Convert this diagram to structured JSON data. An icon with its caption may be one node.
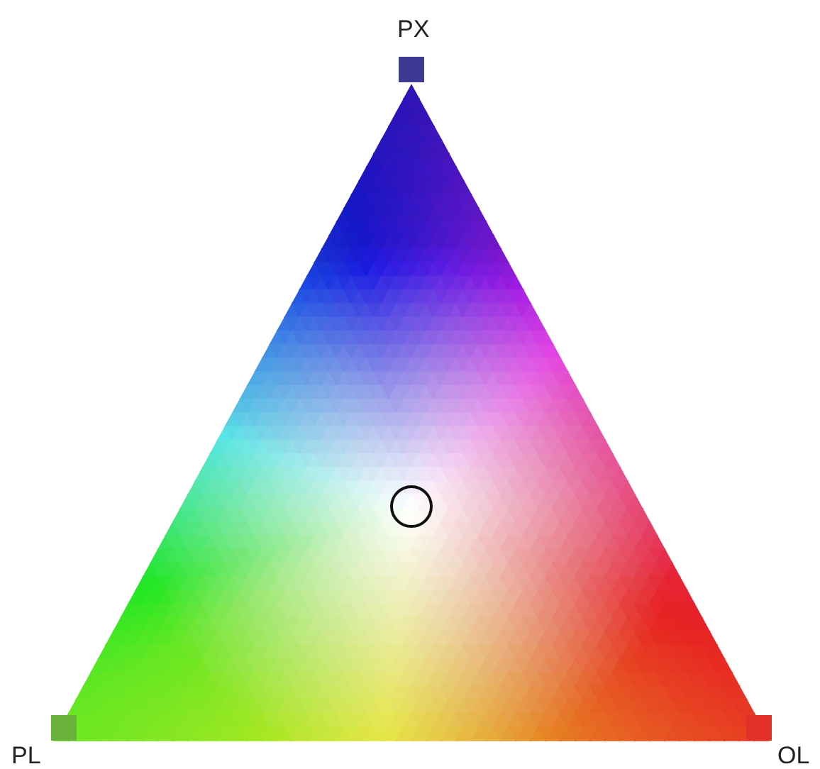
{
  "diagram": {
    "labels": [
      "PX",
      "PL",
      "OL"
    ]
  }
}
